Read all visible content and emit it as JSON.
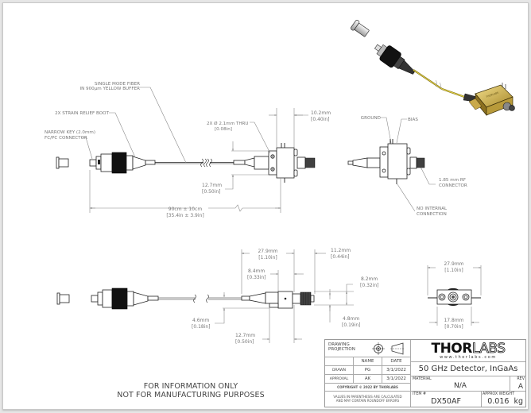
{
  "drawing": {
    "callouts": {
      "fiber_line1": "SINGLE MODE FIBER",
      "fiber_line2": "IN 900µm YELLOW BUFFER",
      "strain_relief": "2X STRAIN RELIEF BOOT",
      "narrow_key_line1": "NARROW KEY (2.0mm)",
      "narrow_key_line2": "FC/PC CONNECTOR",
      "hole_line1": "2X  Ø 2.1mm THRU",
      "hole_line2": "[0.08in]",
      "ground": "GROUND",
      "bias": "BIAS",
      "rf_line1": "1.85 mm RF",
      "rf_line2": "CONNECTOR",
      "nic_line1": "NO INTERNAL",
      "nic_line2": "CONNECTION"
    },
    "top_view_dims": {
      "width_10_2_mm": "10.2mm",
      "width_10_2_in": "[0.40in]",
      "height_12_7_mm": "12.7mm",
      "height_12_7_in": "[0.50in]",
      "length_mm": "90cm ± 10cm",
      "length_in": "[35.4in ± 3.9in]"
    },
    "side_view_dims": {
      "d27_9_mm": "27.9mm",
      "d27_9_in": "[1.10in]",
      "d11_2_mm": "11.2mm",
      "d11_2_in": "[0.44in]",
      "d8_4_mm": "8.4mm",
      "d8_4_in": "[0.33in]",
      "d8_2_mm": "8.2mm",
      "d8_2_in": "[0.32in]",
      "d4_6_mm": "4.6mm",
      "d4_6_in": "[0.18in]",
      "d4_8_mm": "4.8mm",
      "d4_8_in": "[0.19in]",
      "d12_7_mm": "12.7mm",
      "d12_7_in": "[0.50in]"
    },
    "end_view_dims": {
      "d27_9_mm": "27.9mm",
      "d27_9_in": "[1.10in]",
      "d17_8_mm": "17.8mm",
      "d17_8_in": "[0.70in]"
    }
  },
  "notice": {
    "line1": "FOR INFORMATION ONLY",
    "line2": "NOT FOR MANUFACTURING PURPOSES"
  },
  "title_block": {
    "projection_line1": "DRAWING",
    "projection_line2": "PROJECTION",
    "name_header": "NAME",
    "date_header": "DATE",
    "drawn_label": "DRAWN",
    "drawn_name": "PG",
    "drawn_date": "3/1/2022",
    "approval_label": "APPROVAL",
    "approval_name": "AK",
    "approval_date": "3/1/2022",
    "copyright": "COPYRIGHT © 2022 BY THORLABS",
    "values_note_line1": "VALUES IN PARENTHESIS ARE CALCULATED",
    "values_note_line2": "AND MAY CONTAIN ROUNDOFF ERRORS",
    "logo_bold": "THOR",
    "logo_outline": "LABS",
    "website": "www.thorlabs.com",
    "title": "50 GHz Detector, InGaAs",
    "material_label": "MATERIAL",
    "material_value": "N/A",
    "rev_label": "REV",
    "rev_value": "A",
    "item_label": "ITEM #",
    "item_value": "DX50AF",
    "weight_label": "APPROX WEIGHT",
    "weight_value": "0.016  kg"
  }
}
